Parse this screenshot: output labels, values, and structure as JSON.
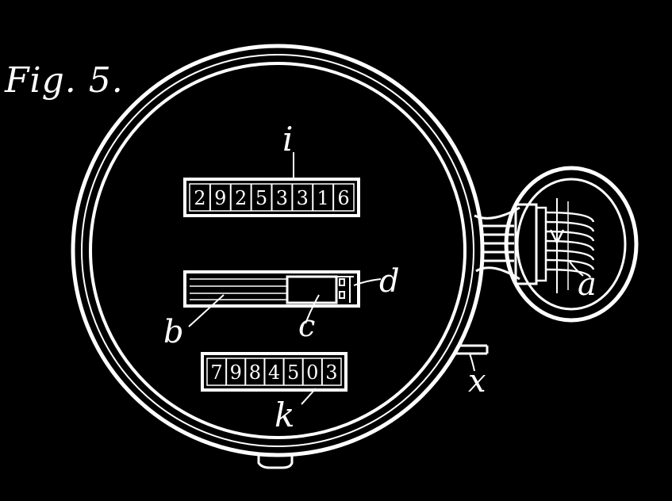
{
  "figure": {
    "title": "Fig. 5."
  },
  "counters": {
    "upper": {
      "label": "i",
      "digits": [
        "2",
        "9",
        "2",
        "5",
        "3",
        "3",
        "1",
        "6"
      ]
    },
    "lower": {
      "label": "k",
      "digits": [
        "7",
        "9",
        "8",
        "4",
        "5",
        "0",
        "3"
      ]
    }
  },
  "reference_letters": {
    "b": "b",
    "c": "c",
    "d": "d",
    "a": "a",
    "x": "x"
  },
  "colors": {
    "background": "#000000",
    "ink": "#ffffff"
  }
}
